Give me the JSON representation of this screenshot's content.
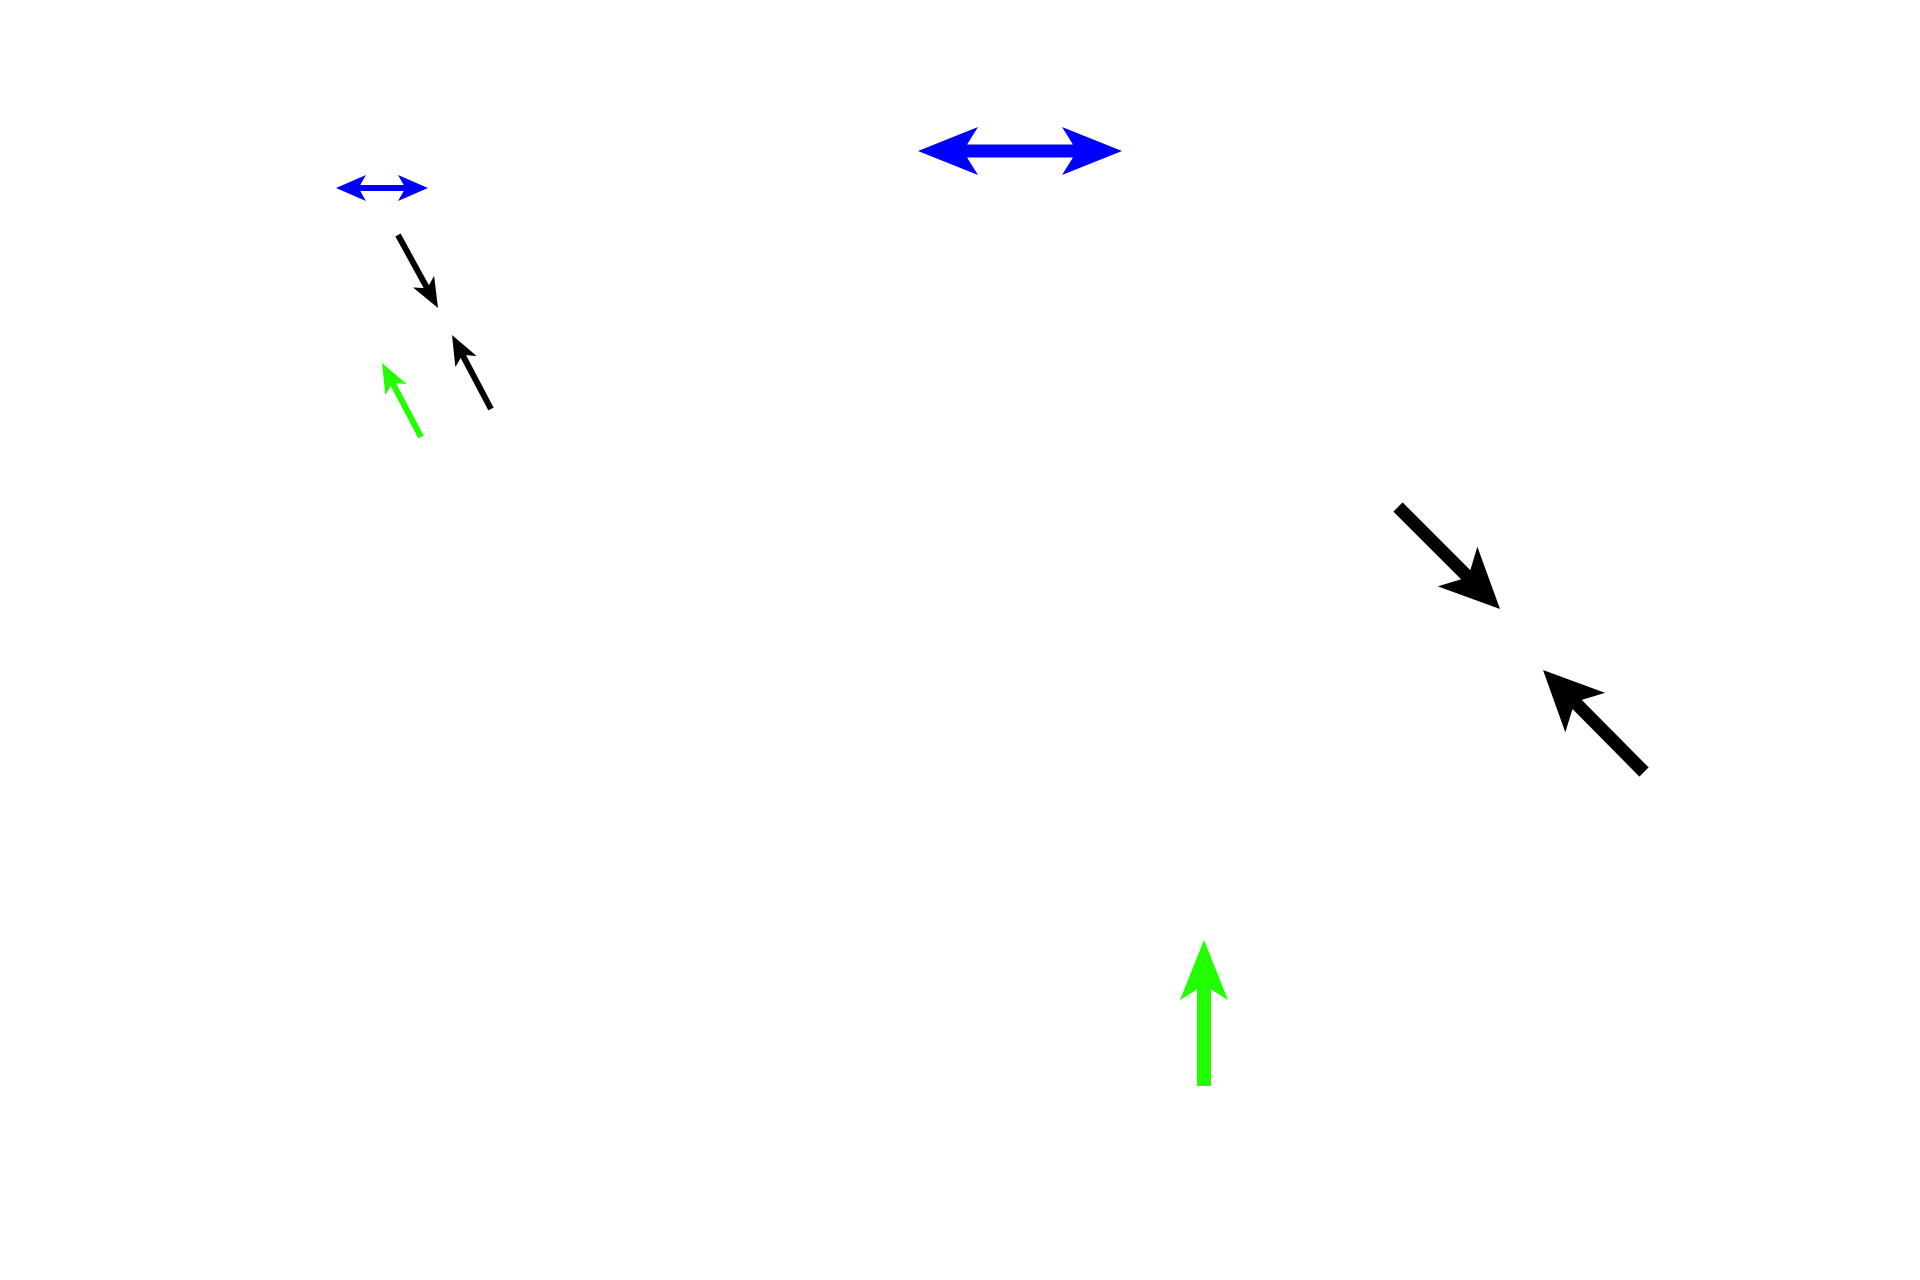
{
  "background": "#ffffff",
  "colors": {
    "blue": "#0000ff",
    "black": "#000000",
    "green": "#22ff00"
  },
  "arrows": [
    {
      "name": "small-blue-double-arrow",
      "color": "blue",
      "double": true
    },
    {
      "name": "large-blue-double-arrow",
      "color": "blue",
      "double": true
    },
    {
      "name": "small-black-arrow-down-right",
      "color": "black",
      "double": false
    },
    {
      "name": "small-black-arrow-up-left",
      "color": "black",
      "double": false
    },
    {
      "name": "small-green-arrow-up-left",
      "color": "green",
      "double": false
    },
    {
      "name": "large-black-arrow-down-right",
      "color": "black",
      "double": false
    },
    {
      "name": "large-black-arrow-up-left",
      "color": "black",
      "double": false
    },
    {
      "name": "large-green-arrow-up",
      "color": "green",
      "double": false
    }
  ]
}
